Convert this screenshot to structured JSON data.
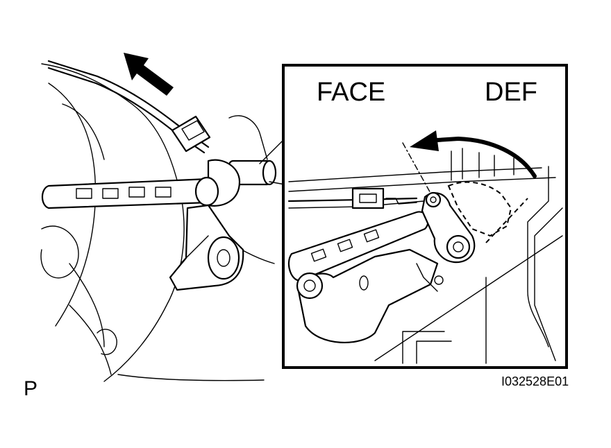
{
  "labels": {
    "face": "FACE",
    "def": "DEF",
    "corner": "P",
    "ref_code": "I032528E01"
  },
  "colors": {
    "ink": "#000000",
    "paper": "#ffffff"
  }
}
